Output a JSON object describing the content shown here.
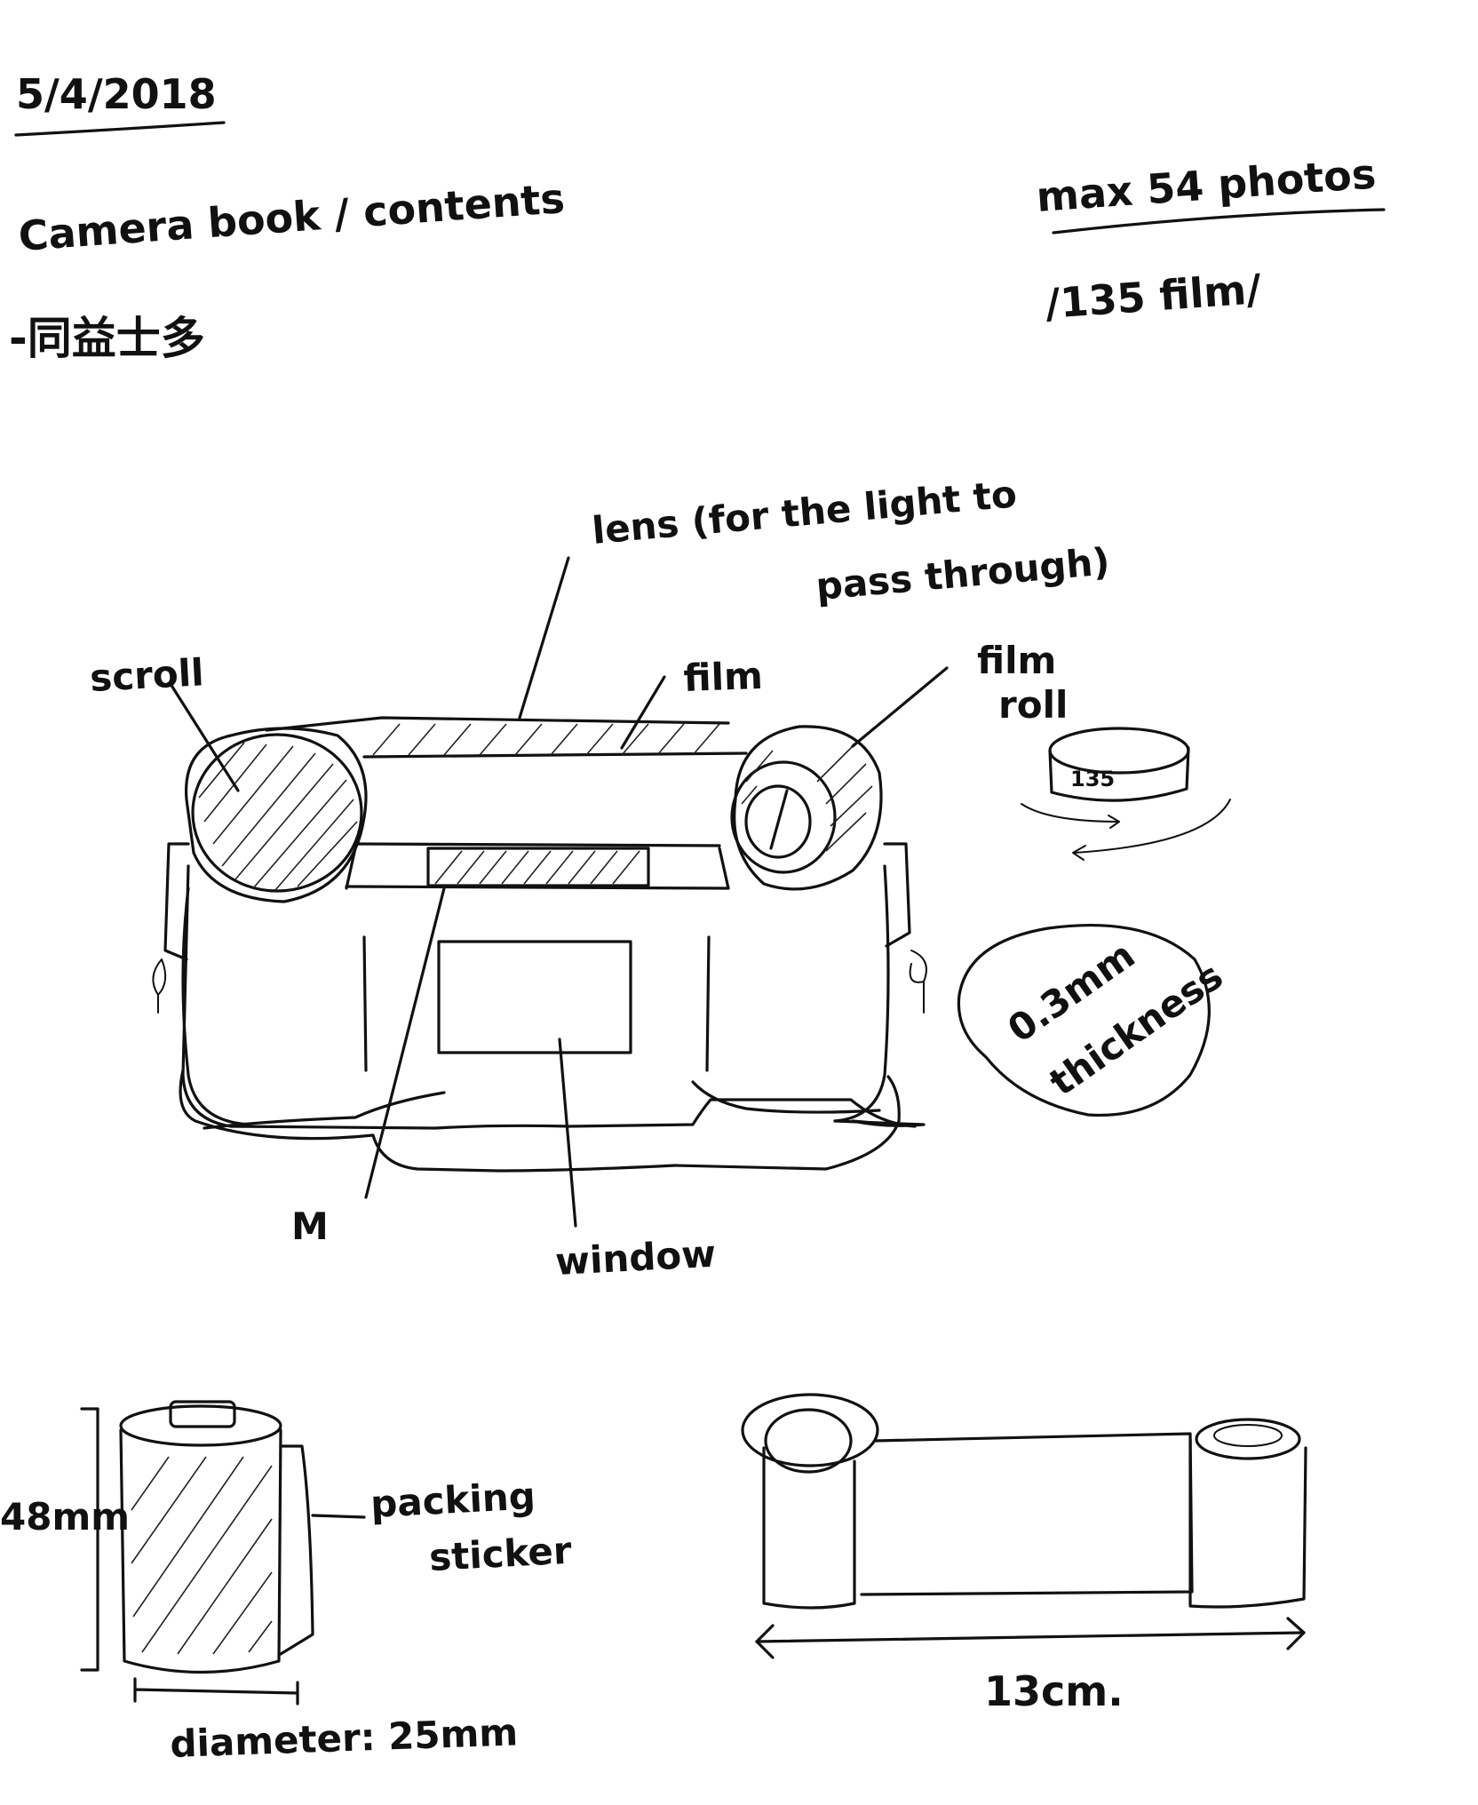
{
  "header": {
    "date": "5/4/2018",
    "title": "Camera book / contents",
    "subtitle": "-同益士多",
    "note_max": "max 54 photos",
    "note_film": "/135 film/"
  },
  "camera_labels": {
    "lens": "lens (for the light to",
    "lens_line2": "pass through)",
    "scroll": "scroll",
    "film": "film",
    "film_roll_1": "film",
    "film_roll_2": "roll",
    "canister_text": "135",
    "thickness_1": "0.3mm",
    "thickness_2": "thickness",
    "m": "M",
    "window": "window"
  },
  "canister": {
    "height": "48mm",
    "packing_1": "packing",
    "packing_2": "sticker",
    "diameter": "diameter: 25mm"
  },
  "strip": {
    "length": "13cm."
  }
}
